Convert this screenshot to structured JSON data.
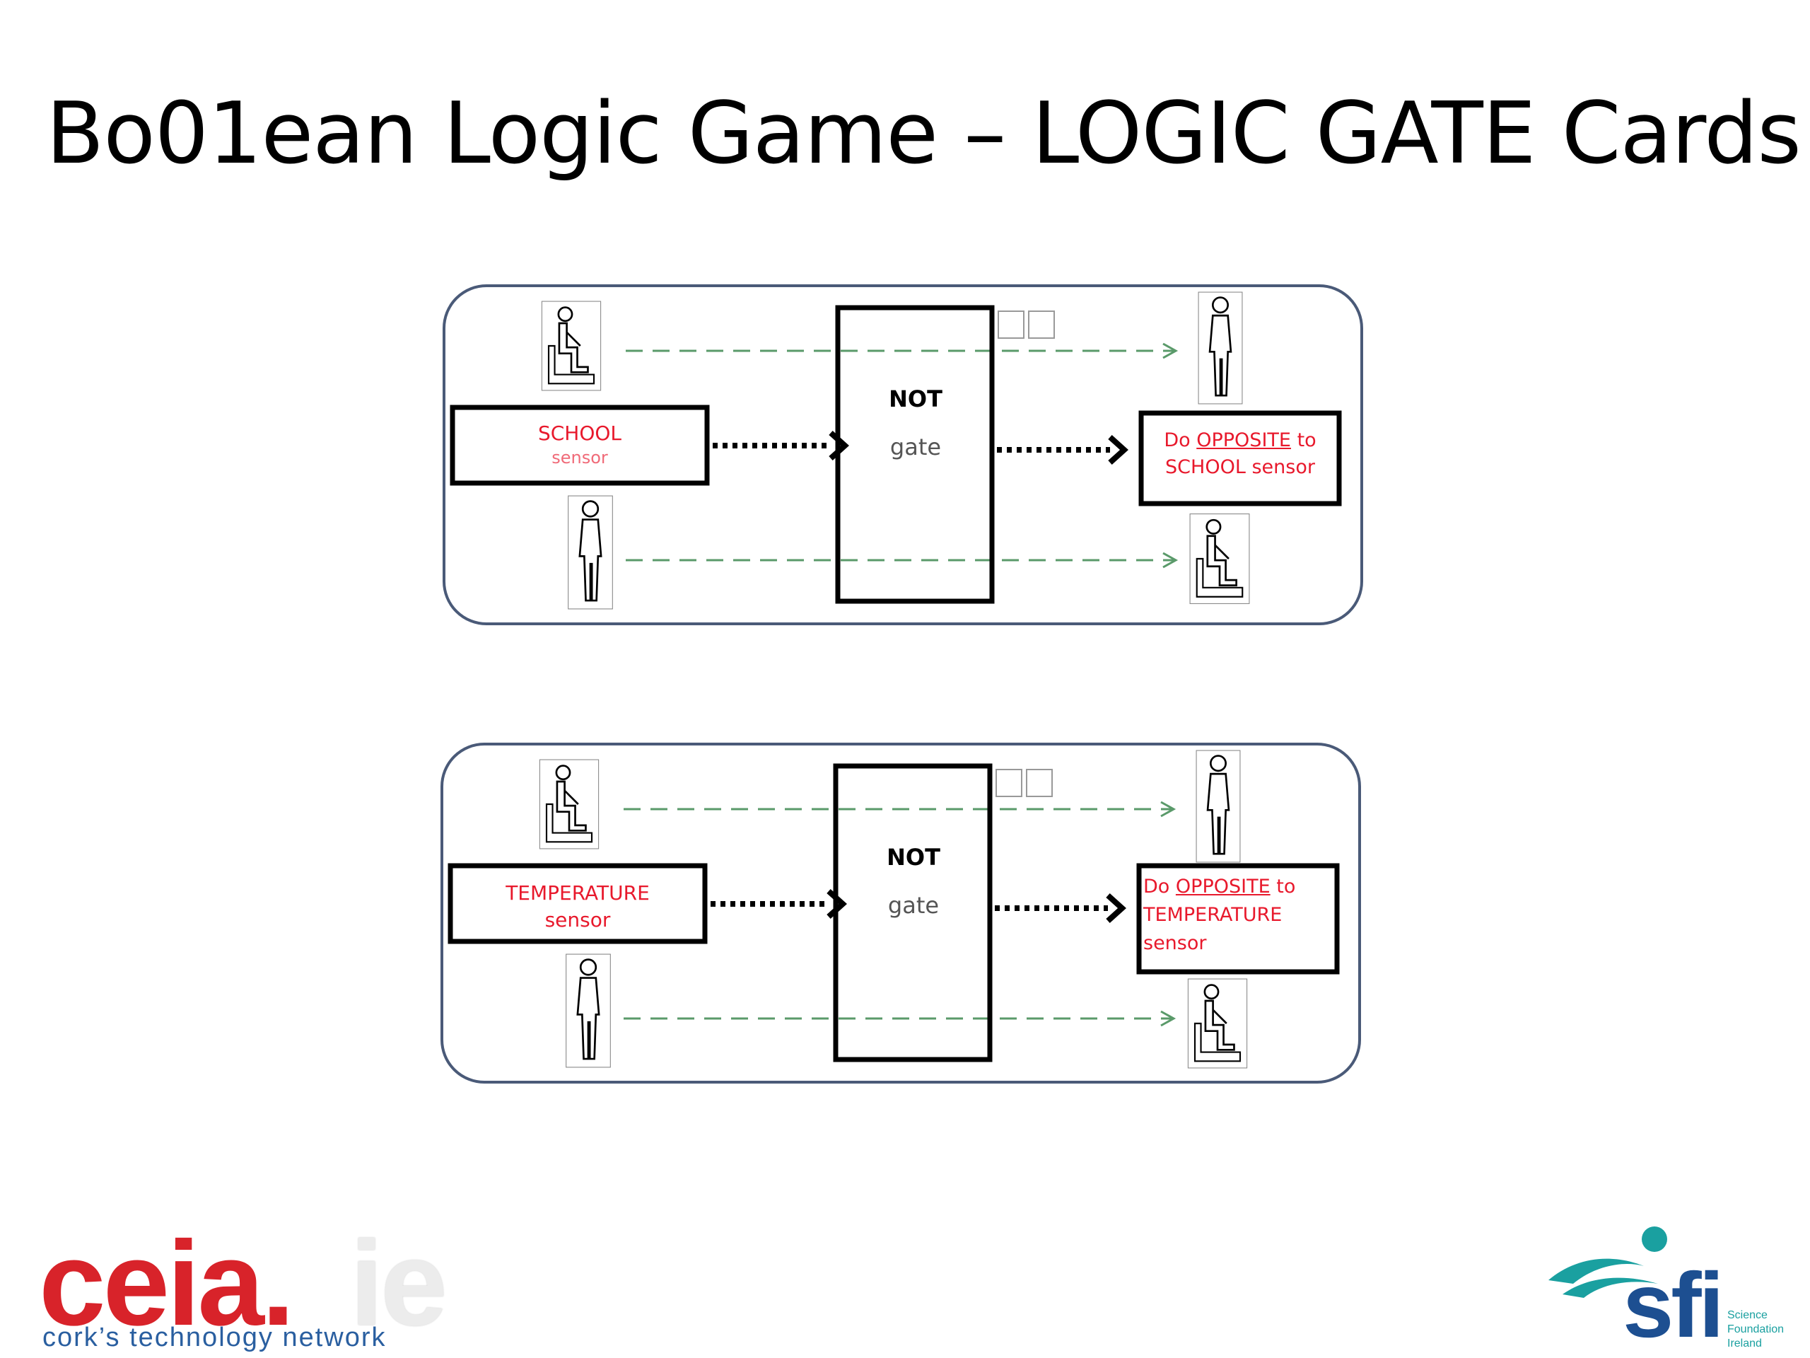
{
  "title": "Bo01ean Logic Game – LOGIC GATE  Cards",
  "cards": [
    {
      "input_label_line1": "SCHOOL",
      "input_label_line2": "sensor",
      "gate_name": "NOT",
      "gate_sub": "gate",
      "output_prefix": "Do",
      "output_keyword": "OPPOSITE",
      "output_to": "to",
      "output_line2": "SCHOOL sensor",
      "output_line3": ""
    },
    {
      "input_label_line1": "TEMPERATURE",
      "input_label_line2": "sensor",
      "gate_name": "NOT",
      "gate_sub": "gate",
      "output_prefix": "Do",
      "output_keyword": "OPPOSITE",
      "output_to": "to",
      "output_line2": "TEMPERATURE",
      "output_line3": "sensor"
    }
  ],
  "logos": {
    "ceia_red": "ceia.",
    "ceia_grey": "ie",
    "ceia_tagline": "cork’s technology network",
    "sfi_mark": "sfi",
    "sfi_small": [
      "Science",
      "Foundation",
      "Ireland"
    ]
  },
  "colors": {
    "card_border": "#4a5a78",
    "dashed_line": "#5a9a6a",
    "label_red": "#e8192c",
    "gate_border": "#000000"
  },
  "icons": [
    "seated-person-icon",
    "standing-person-icon"
  ]
}
